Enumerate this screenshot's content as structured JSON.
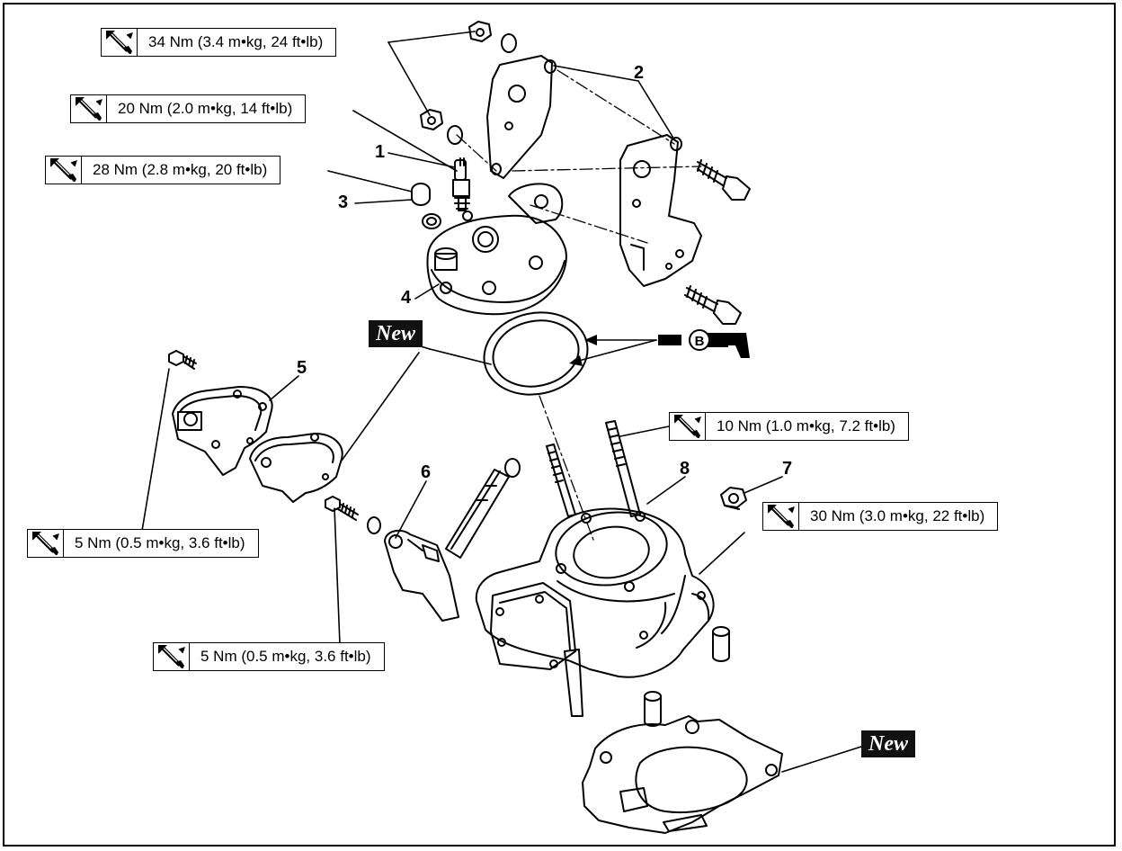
{
  "torque_labels": [
    {
      "id": "t34",
      "text": "34 Nm (3.4 m•kg, 24 ft•lb)"
    },
    {
      "id": "t20",
      "text": "20 Nm (2.0 m•kg, 14 ft•lb)"
    },
    {
      "id": "t28",
      "text": "28 Nm (2.8 m•kg, 20 ft•lb)"
    },
    {
      "id": "t10",
      "text": "10 Nm (1.0 m•kg, 7.2 ft•lb)"
    },
    {
      "id": "t5a",
      "text": "5 Nm (0.5 m•kg, 3.6 ft•lb)"
    },
    {
      "id": "t30",
      "text": "30 Nm (3.0 m•kg, 22 ft•lb)"
    },
    {
      "id": "t5b",
      "text": "5 Nm (0.5 m•kg, 3.6 ft•lb)"
    }
  ],
  "part_numbers": [
    "1",
    "2",
    "3",
    "4",
    "5",
    "6",
    "7",
    "8"
  ],
  "new_tags": [
    "New",
    "New"
  ],
  "grease_symbol": "B",
  "icons": {
    "torque": "torque-wrench-icon",
    "grease": "grease-gun-icon"
  },
  "colors": {
    "line": "#000000",
    "background": "#ffffff",
    "tag_bg": "#111111"
  }
}
